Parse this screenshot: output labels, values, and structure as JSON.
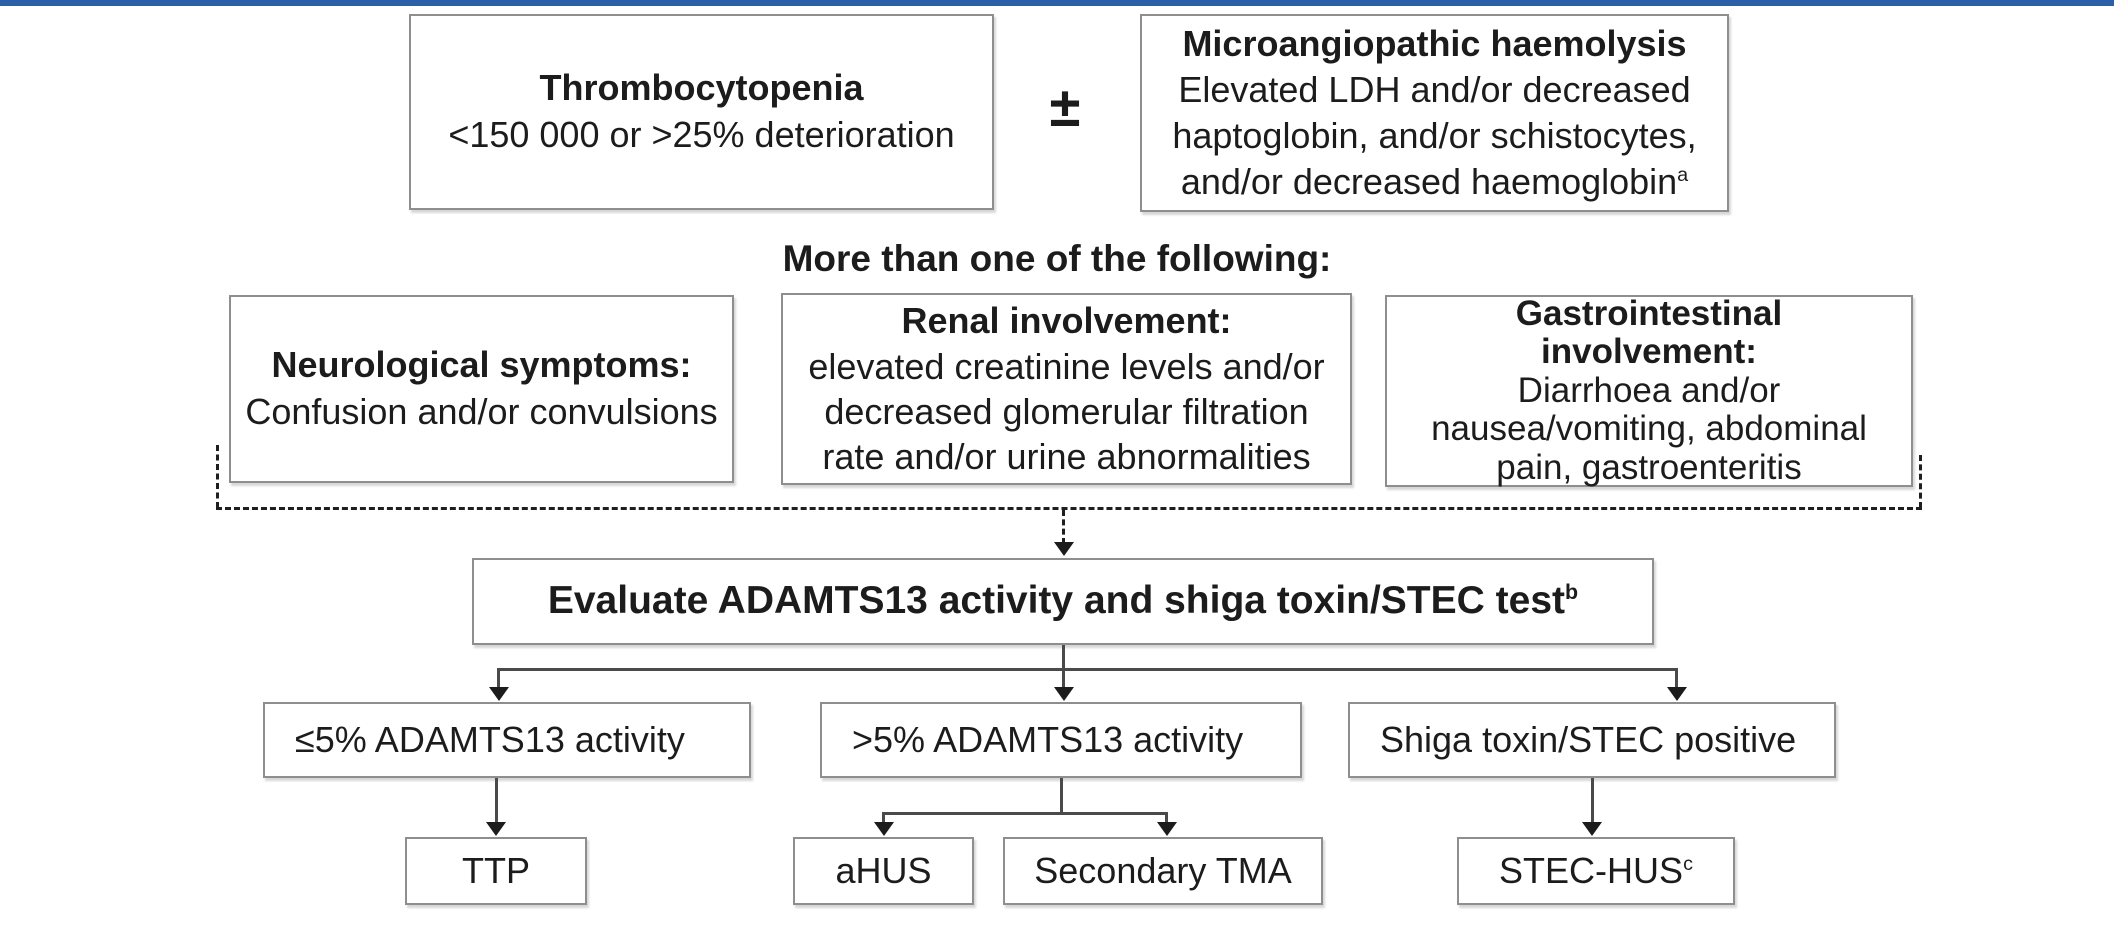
{
  "page": {
    "background_color": "#ffffff",
    "accent_bar_color": "#2b5fa8",
    "box_border_color": "#8e8e8e",
    "line_color": "#4a4a4a",
    "text_color": "#1c1c1c"
  },
  "flowchart": {
    "criteria_row": {
      "thrombocytopenia": {
        "title": "Thrombocytopenia",
        "body": "<150 000 or >25% deterioration"
      },
      "plus_minus": "±",
      "haemolysis": {
        "title": "Microangiopathic haemolysis",
        "body": "Elevated LDH and/or decreased haptoglobin, and/or schistocytes, and/or decreased haemoglobin",
        "superscript": "a"
      }
    },
    "more_than_one_label": "More than one of the following:",
    "symptom_row": {
      "neurological": {
        "title": "Neurological symptoms:",
        "body": "Confusion and/or convulsions"
      },
      "renal": {
        "title": "Renal involvement:",
        "body": "elevated creatinine levels and/or decreased glomerular filtration rate and/or urine abnormalities"
      },
      "gastrointestinal": {
        "title": "Gastrointestinal involvement:",
        "body": "Diarrhoea and/or nausea/vomiting, abdominal pain, gastroenteritis"
      }
    },
    "evaluate_box": {
      "label": "Evaluate ADAMTS13 activity and shiga toxin/STEC test",
      "superscript": "b"
    },
    "test_row": {
      "adamts13_low": "≤5% ADAMTS13 activity",
      "adamts13_high": ">5% ADAMTS13 activity",
      "shiga_positive": "Shiga toxin/STEC positive"
    },
    "diagnosis_row": {
      "ttp": "TTP",
      "ahus": "aHUS",
      "secondary_tma": "Secondary TMA",
      "stec_hus": "STEC-HUS",
      "stec_hus_superscript": "c"
    }
  }
}
